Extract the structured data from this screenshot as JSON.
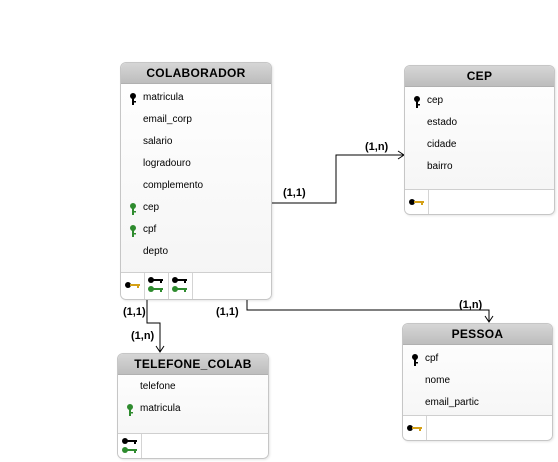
{
  "entities": {
    "colaborador": {
      "title": "COLABORADOR",
      "attributes": [
        {
          "name": "matricula",
          "key": "pk"
        },
        {
          "name": "email_corp",
          "key": ""
        },
        {
          "name": "salario",
          "key": ""
        },
        {
          "name": "logradouro",
          "key": ""
        },
        {
          "name": "complemento",
          "key": ""
        },
        {
          "name": "cep",
          "key": "fk"
        },
        {
          "name": "cpf",
          "key": "fk"
        },
        {
          "name": "depto",
          "key": ""
        }
      ]
    },
    "cep": {
      "title": "CEP",
      "attributes": [
        {
          "name": "cep",
          "key": "pk"
        },
        {
          "name": "estado",
          "key": ""
        },
        {
          "name": "cidade",
          "key": ""
        },
        {
          "name": "bairro",
          "key": ""
        }
      ]
    },
    "pessoa": {
      "title": "PESSOA",
      "attributes": [
        {
          "name": "cpf",
          "key": "pk"
        },
        {
          "name": "nome",
          "key": ""
        },
        {
          "name": "email_partic",
          "key": ""
        }
      ]
    },
    "telefone_colab": {
      "title": "TELEFONE_COLAB",
      "attributes": [
        {
          "name": "telefone",
          "key": ""
        },
        {
          "name": "matricula",
          "key": "fk"
        }
      ]
    }
  },
  "relationships": {
    "colab_cep_colab_side": "(1,1)",
    "colab_cep_cep_side": "(1,n)",
    "colab_pessoa_colab_side": "(1,1)",
    "colab_pessoa_pessoa_side": "(1,n)",
    "colab_tel_colab_side": "(1,1)",
    "colab_tel_tel_side": "(1,n)"
  },
  "colors": {
    "pk_key": "#000000",
    "fk_key": "#2e8b2e",
    "index_key": "#d4a017",
    "header_bg": "#c8c8c8",
    "line": "#000000"
  }
}
